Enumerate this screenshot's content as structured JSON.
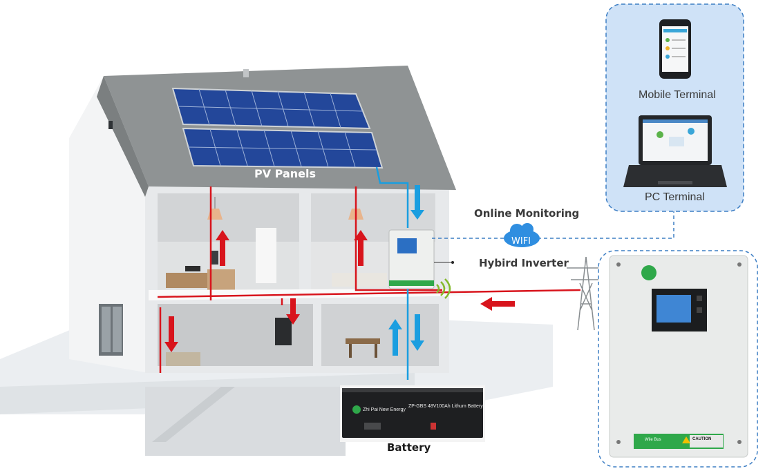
{
  "labels": {
    "pv_panels": "PV Panels",
    "online_monitoring": "Online Monitoring",
    "wifi": "WIFI",
    "hybrid_inverter": "Hybird Inverter",
    "battery": "Battery",
    "mobile_terminal": "Mobile Terminal",
    "pc_terminal": "PC Terminal"
  },
  "battery_unit": {
    "brand": "Zhi Pai New Energy",
    "model": "ZP-GBS 48V100Ah Lithum Battery"
  },
  "inverter_panel": {
    "footer": "Wile Bus",
    "caution": "CAUTION"
  },
  "colors": {
    "dc_flow": "#1a9ee0",
    "ac_flow": "#d8141c",
    "monitoring_border": "#3d7ec4",
    "monitoring_fill": "#cfe2f7",
    "wifi_cloud": "#2f8ee0",
    "solar_cell": "#2a58b0",
    "brand_green": "#2fa84a"
  }
}
